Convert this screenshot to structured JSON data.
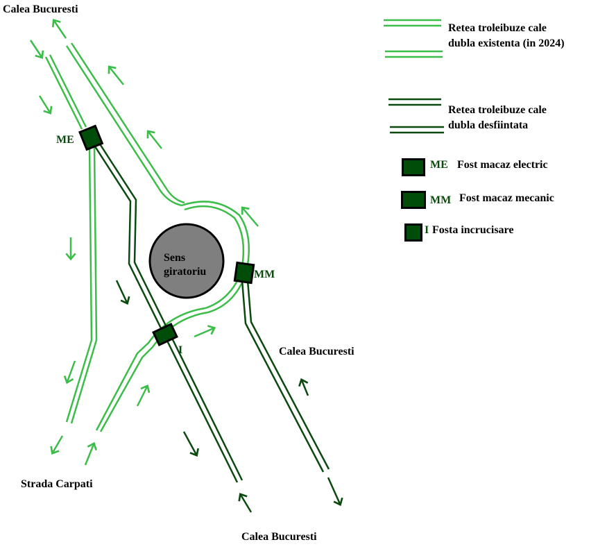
{
  "colors": {
    "existing_line": "#3cbd4a",
    "removed_line": "#0b4a0f",
    "box_fill": "#004d0a",
    "circle_fill": "#7f7f7f"
  },
  "map": {
    "street_top_left": "Calea Bucuresti",
    "street_right": "Calea Bucuresti",
    "street_bottom": "Calea Bucuresti",
    "street_bottom_left": "Strada Carpati",
    "roundabout_line1": "Sens",
    "roundabout_line2": "giratoriu",
    "code_me": "ME",
    "code_mm": "MM",
    "code_i": "I"
  },
  "legend": {
    "existing_line1": "Retea troleibuze cale",
    "existing_line2": "dubla existenta (in 2024)",
    "removed_line1": "Retea troleibuze cale",
    "removed_line2": "dubla desfiintata",
    "me_code": "ME",
    "me_text": "Fost macaz electric",
    "mm_code": "MM",
    "mm_text": "Fost macaz mecanic",
    "i_code": "I",
    "i_text": "Fosta incrucisare"
  }
}
